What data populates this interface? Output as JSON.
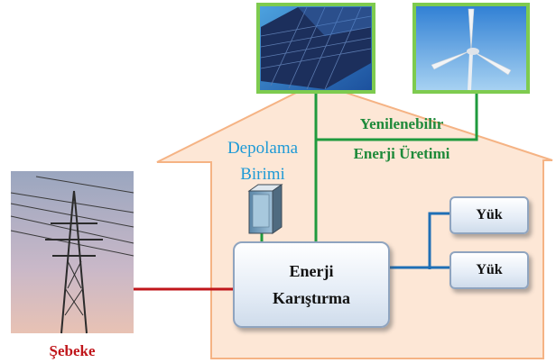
{
  "labels": {
    "renewable_line1": "Yenilenebilir",
    "renewable_line2": "Enerji Üretimi",
    "storage_line1": "Depolama",
    "storage_line2": "Birimi",
    "grid": "Şebeke",
    "mixer_line1": "Enerji",
    "mixer_line2": "Karıştırma",
    "load1": "Yük",
    "load2": "Yük"
  },
  "colors": {
    "house_fill": "#fde7d6",
    "house_border": "#f5b384",
    "green_line": "#1f9a3d",
    "blue_line": "#1f6fb5",
    "red_line": "#c0161b"
  }
}
